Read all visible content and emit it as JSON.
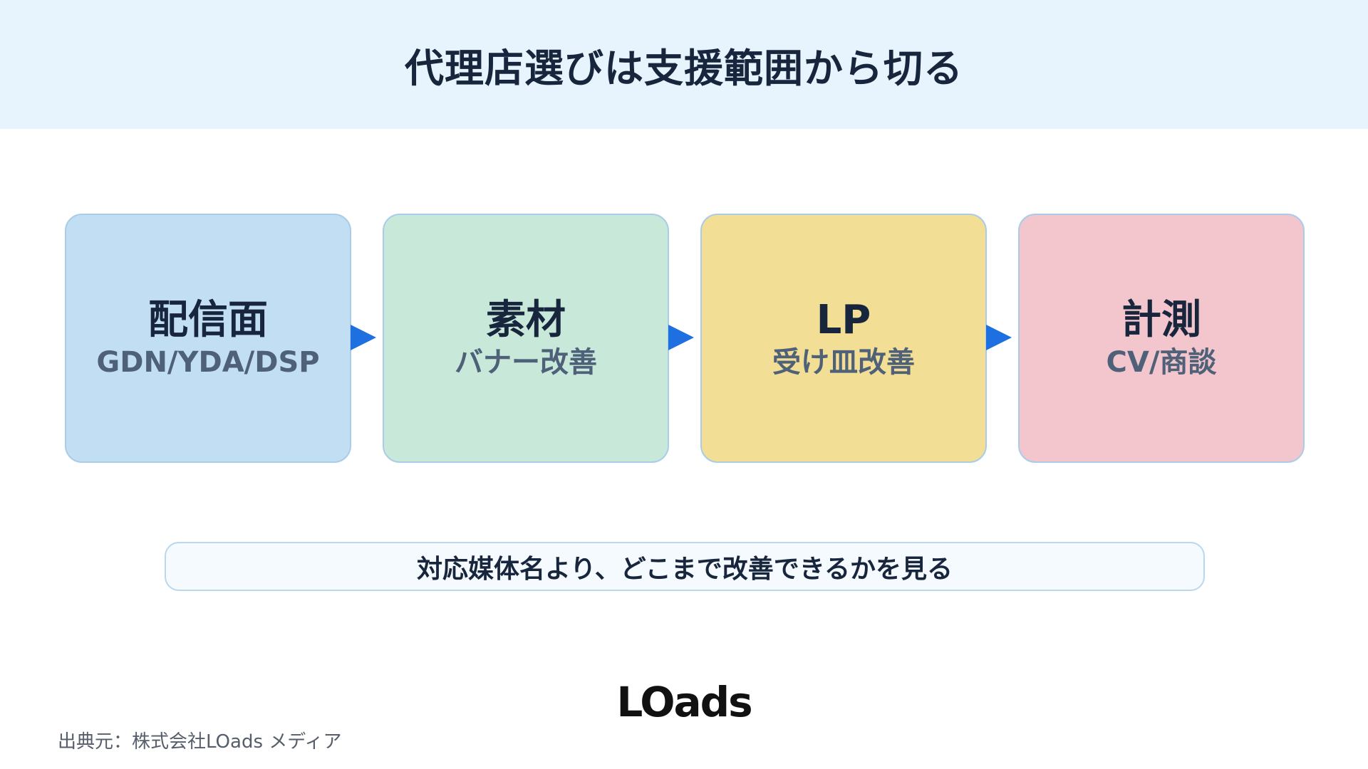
{
  "header": {
    "title": "代理店選びは支援範囲から切る"
  },
  "steps": [
    {
      "title": "配信面",
      "subtitle": "GDN/YDA/DSP",
      "color": "#c2def3"
    },
    {
      "title": "素材",
      "subtitle": "バナー改善",
      "color": "#c8e9da"
    },
    {
      "title": "LP",
      "subtitle": "受け皿改善",
      "color": "#f2de94"
    },
    {
      "title": "計測",
      "subtitle": "CV/商談",
      "color": "#f2c6cc"
    }
  ],
  "arrow_color": "#1e6fe0",
  "note": {
    "text": "対応媒体名より、どこまで改善できるかを見る"
  },
  "logo": {
    "text": "LOads"
  },
  "source": {
    "text": "出典元：株式会社LOads メディア"
  }
}
